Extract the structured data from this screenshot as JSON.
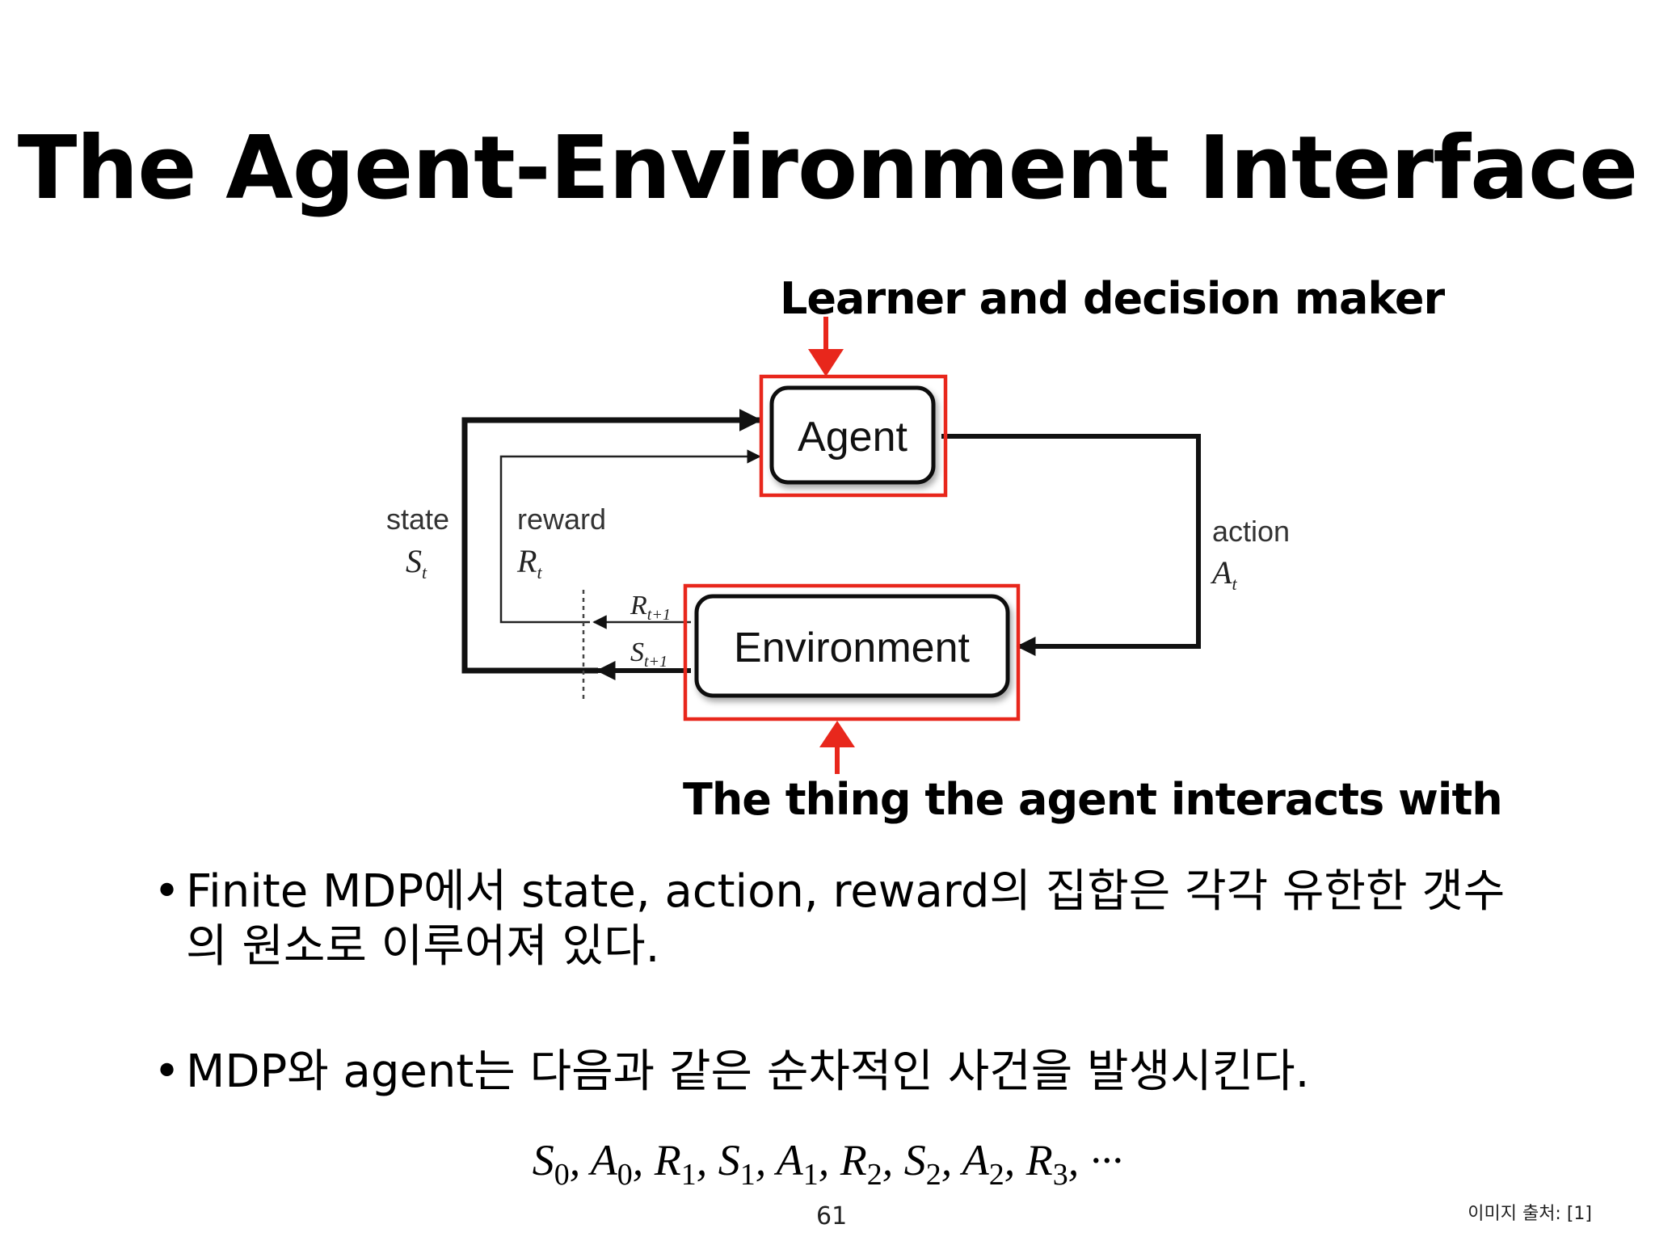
{
  "slide": {
    "title": "The Agent-Environment Interface",
    "callout_top": "Learner and decision maker",
    "callout_bottom": "The thing the agent interacts with",
    "bullets": [
      "Finite MDP에서 state, action, reward의 집합은 각각 유한한 갯수의 원소로 이루어져 있다.",
      "MDP와 agent는 다음과 같은 순차적인 사건을 발생시킨다."
    ],
    "sequence": [
      {
        "sym": "S",
        "idx": "0"
      },
      {
        "sym": "A",
        "idx": "0"
      },
      {
        "sym": "R",
        "idx": "1"
      },
      {
        "sym": "S",
        "idx": "1"
      },
      {
        "sym": "A",
        "idx": "1"
      },
      {
        "sym": "R",
        "idx": "2"
      },
      {
        "sym": "S",
        "idx": "2"
      },
      {
        "sym": "A",
        "idx": "2"
      },
      {
        "sym": "R",
        "idx": "3"
      }
    ],
    "sequence_tail": "···",
    "page_number": "61",
    "source_note": "이미지 출처: [1]"
  },
  "diagram": {
    "agent_label": "Agent",
    "environment_label": "Environment",
    "state_label": "state",
    "state_symbol": "S",
    "state_sub": "t",
    "reward_label": "reward",
    "reward_symbol": "R",
    "reward_sub": "t",
    "action_label": "action",
    "action_symbol": "A",
    "action_sub": "t",
    "next_reward_symbol": "R",
    "next_reward_sub": "t+1",
    "next_state_symbol": "S",
    "next_state_sub": "t+1",
    "highlight_color": "#e8271c"
  }
}
